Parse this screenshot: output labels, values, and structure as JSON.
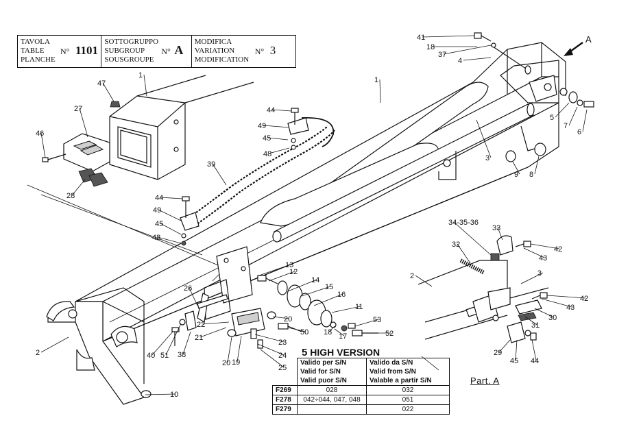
{
  "title_block": {
    "table": {
      "lines": [
        "TAVOLA",
        "TABLE",
        "PLANCHE"
      ],
      "no": "N°",
      "value": "1101"
    },
    "subgroup": {
      "lines": [
        "SOTTOGRUPPO",
        "SUBGROUP",
        "SOUSGROUPE"
      ],
      "no": "N°",
      "value": "A"
    },
    "variation": {
      "lines": [
        "MODIFICA",
        "VARIATION",
        "MODIFICATION"
      ],
      "no": "N°",
      "value": "3"
    }
  },
  "view_arrow_label": "A",
  "callouts": [
    "1",
    "1",
    "2",
    "2",
    "3",
    "3",
    "4",
    "5",
    "6",
    "7",
    "8",
    "9",
    "10",
    "11",
    "12",
    "13",
    "14",
    "15",
    "16",
    "17",
    "18",
    "18",
    "19",
    "20",
    "20",
    "21",
    "22",
    "23",
    "24",
    "25",
    "26",
    "27",
    "28",
    "29",
    "30",
    "31",
    "32",
    "33",
    "34-35-36",
    "37",
    "38",
    "39",
    "40",
    "41",
    "42",
    "42",
    "43",
    "43",
    "44",
    "44",
    "44",
    "45",
    "45",
    "45",
    "46",
    "47",
    "48",
    "48",
    "49",
    "49",
    "50",
    "51",
    "52",
    "53"
  ],
  "version_table": {
    "title_big": "5",
    "title_rest": " HIGH  VERSION",
    "header_col1": [
      "Valido per S/N",
      "Valid for S/N",
      "Valid puor S/N"
    ],
    "header_col2": [
      "Valido da S/N",
      "Valid from S/N",
      "Valable a partir S/N"
    ],
    "rows": [
      {
        "code": "F269",
        "col1": "028",
        "col2": "032"
      },
      {
        "code": "F278",
        "col1": "042÷044, 047, 048",
        "col2": "051"
      },
      {
        "code": "F279",
        "col1": "",
        "col2": "022"
      }
    ]
  },
  "detail_label": "Part. A"
}
